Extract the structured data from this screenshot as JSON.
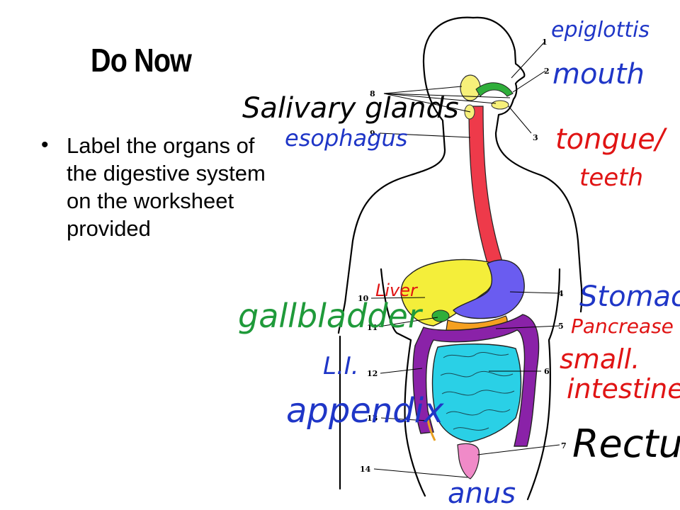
{
  "slide": {
    "title": "Do Now",
    "bullet": "Label the organs of the digestive system on the worksheet provided"
  },
  "diagram": {
    "numbers": [
      "1",
      "2",
      "3",
      "4",
      "5",
      "6",
      "7",
      "8",
      "9",
      "10",
      "11",
      "12",
      "13",
      "14"
    ],
    "handwritten_labels": {
      "l1": "epiglottis",
      "l2": "mouth",
      "l3": "tongue/ teeth",
      "l8": "Salivary glands",
      "l9": "esophagus",
      "l10": "Liver",
      "l11": "gallbladder",
      "l4": "Stomach",
      "l5": "Pancrease",
      "l6": "small. intestine",
      "l12": "L.I.",
      "l13": "appendix",
      "l7": "Rectum",
      "l14": "anus"
    },
    "colors": {
      "blue_ink": "#1f36c7",
      "red_ink": "#e01414",
      "green_ink": "#1f9a3a",
      "black_ink": "#000000",
      "liver": "#f4ee3a",
      "stomach": "#6a5cf0",
      "esophagus": "#ee3a4a",
      "pancreas": "#f5a020",
      "large_intestine": "#8a22a8",
      "small_intestine": "#2ad0e6",
      "rectum": "#f08ac8",
      "salivary": "#f7f07a",
      "mouth_green": "#2fae3a"
    }
  }
}
